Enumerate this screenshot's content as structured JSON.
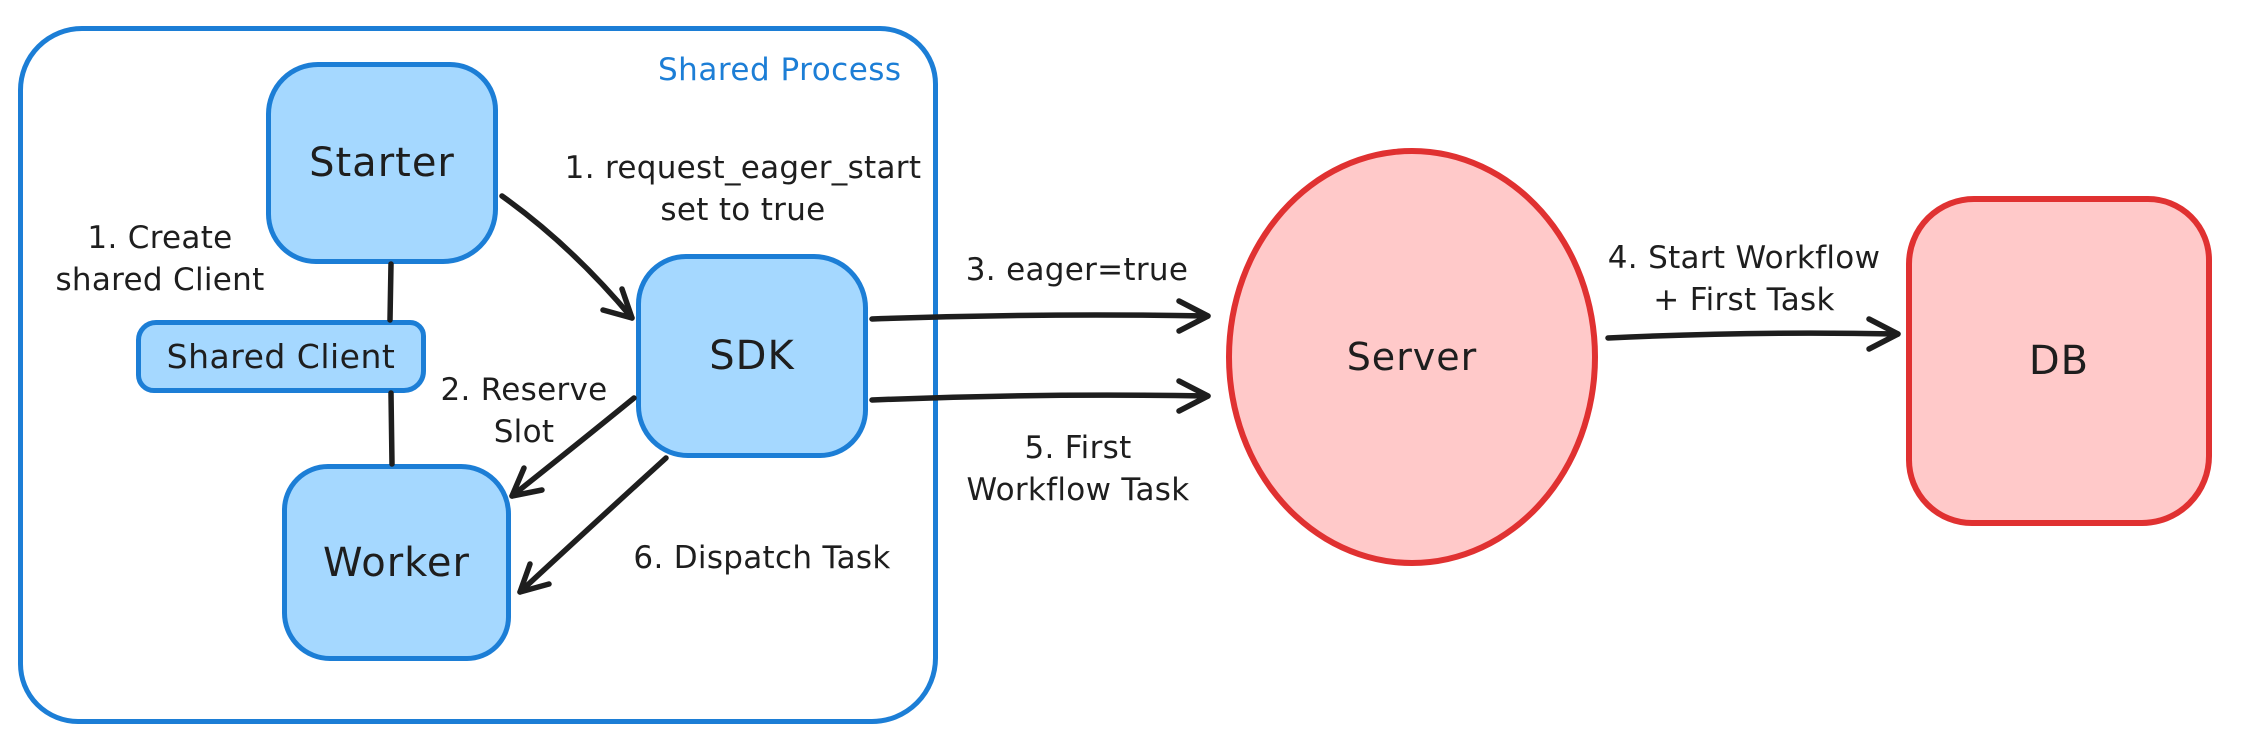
{
  "colors": {
    "ink": "#1e1e1e",
    "blue_stroke": "#1c7ed6",
    "blue_fill": "#a5d8ff",
    "red_stroke": "#e03131",
    "red_fill": "#ffc9c9"
  },
  "container": {
    "label": "Shared Process"
  },
  "nodes": {
    "starter": {
      "label": "Starter"
    },
    "shared_client": {
      "label": "Shared Client"
    },
    "worker": {
      "label": "Worker"
    },
    "sdk": {
      "label": "SDK"
    },
    "server": {
      "label": "Server"
    },
    "db": {
      "label": "DB"
    }
  },
  "annotations": {
    "create_shared_client": {
      "lines": [
        "1. Create",
        "shared Client"
      ]
    },
    "request_eager_start": {
      "lines": [
        "1. request_eager_start",
        "set to true"
      ]
    },
    "reserve_slot": {
      "lines": [
        "2. Reserve",
        "Slot"
      ]
    },
    "eager_true": {
      "text": "3. eager=true"
    },
    "start_workflow": {
      "lines": [
        "4. Start Workflow",
        "+ First Task"
      ]
    },
    "first_workflow_task": {
      "lines": [
        "5. First",
        "Workflow Task"
      ]
    },
    "dispatch_task": {
      "text": "6. Dispatch Task"
    }
  }
}
